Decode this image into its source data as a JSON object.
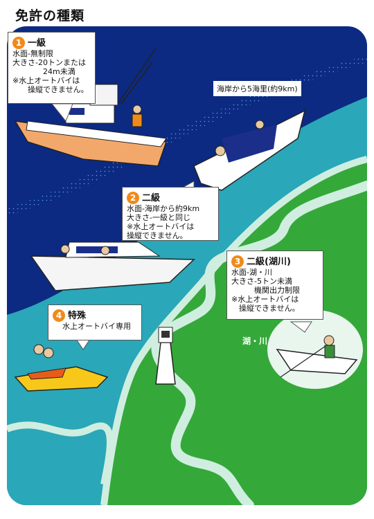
{
  "page_title": "免許の種類",
  "coast_distance_label": "海岸から5海里(約9km)",
  "lake_river_label": "湖・川",
  "licenses": [
    {
      "number": "1",
      "name": "一級",
      "details": "水面-無制限\n大きさ-20トンまたは\n　　　　24m未満\n※水上オートバイは\n　　操縦できません。"
    },
    {
      "number": "2",
      "name": "二級",
      "details": "水面-海岸から約9km\n大きさ-一級と同じ\n※水上オートバイは\n操縦できません。"
    },
    {
      "number": "3",
      "name": "二級(湖川)",
      "details": "水面-湖・川\n大きさ-5トン未満\n　　　機関出力制限\n※水上オートバイは\n　操縦できません。"
    },
    {
      "number": "4",
      "name": "特殊",
      "details": "水上オートバイ専用"
    }
  ],
  "colors": {
    "deep_sea": "#0c2a82",
    "coastal_sea": "#2aa7b8",
    "land": "#35a83a",
    "river": "#cfeee0",
    "badge": "#f08a1a"
  }
}
